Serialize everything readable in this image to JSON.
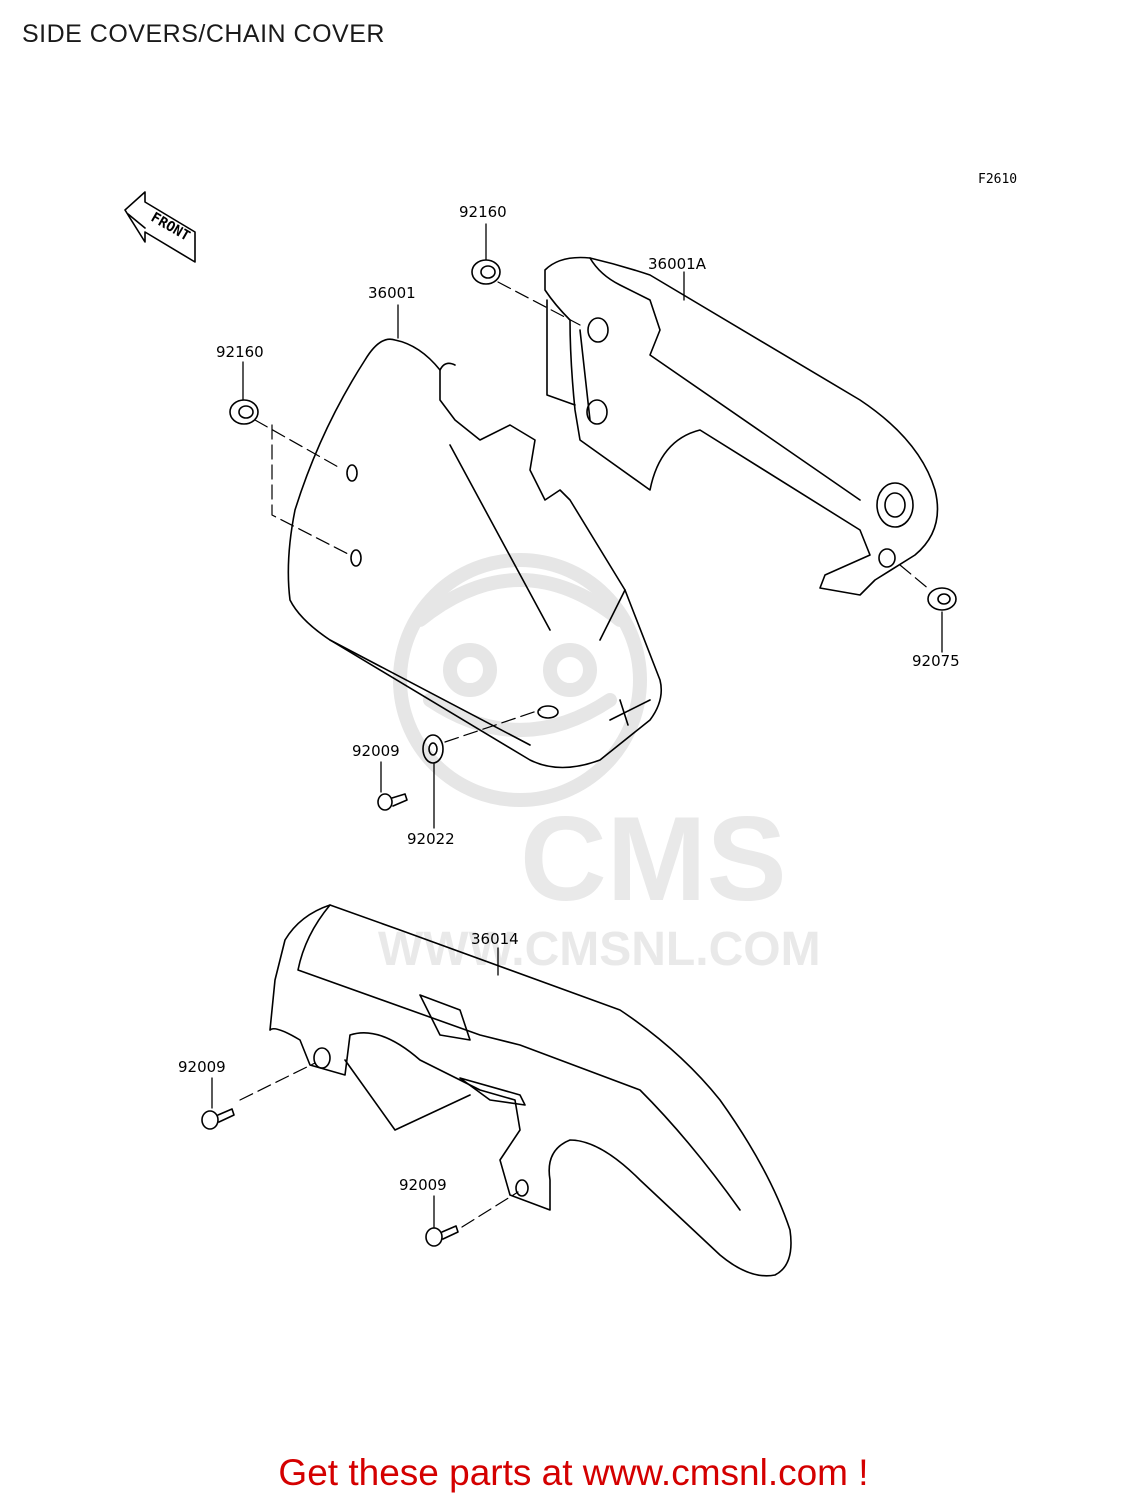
{
  "page_title": "SIDE COVERS/CHAIN COVER",
  "figure_code": "F2610",
  "front_marker": "FRONT",
  "parts": {
    "p36001": "36001",
    "p36001A": "36001A",
    "p92160_top": "92160",
    "p92160_left": "92160",
    "p92075": "92075",
    "p92009_mid": "92009",
    "p92022": "92022",
    "p36014": "36014",
    "p92009_left": "92009",
    "p92009_bottom": "92009"
  },
  "watermark": {
    "brand": "CMS",
    "url": "WWW.CMSNL.COM"
  },
  "footer": {
    "text": "Get these parts at www.cmsnl.com !"
  },
  "colors": {
    "footer_text": "#d40000",
    "watermark": "#e9e9e9",
    "line_art": "#000000"
  }
}
